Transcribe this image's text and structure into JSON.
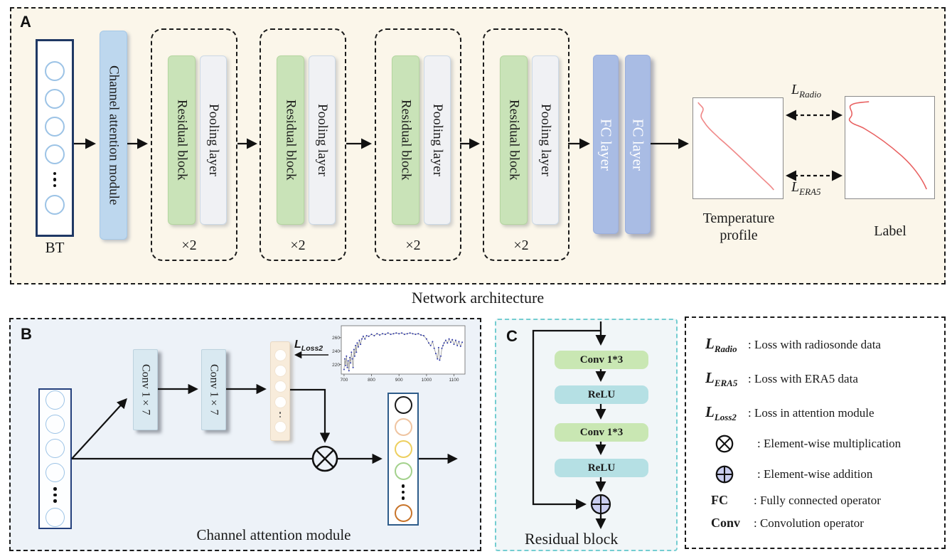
{
  "panel_a": {
    "label": "A",
    "caption": "Network architecture",
    "bt_label": "BT",
    "attention_label": "Channel attention module",
    "groups": [
      {
        "residual": "Residual block",
        "pooling": "Pooling layer",
        "multiplier": "×2"
      },
      {
        "residual": "Residual block",
        "pooling": "Pooling layer",
        "multiplier": "×2"
      },
      {
        "residual": "Residual block",
        "pooling": "Pooling layer",
        "multiplier": "×2"
      },
      {
        "residual": "Residual block",
        "pooling": "Pooling layer",
        "multiplier": "×2"
      }
    ],
    "fc_labels": [
      "FC layer",
      "FC layer"
    ],
    "loss_radio": {
      "base": "L",
      "sub": "Radio"
    },
    "loss_era5": {
      "base": "L",
      "sub": "ERA5"
    },
    "profile_caption": "Temperature profile",
    "label_caption": "Label"
  },
  "panel_b": {
    "label": "B",
    "caption": "Channel attention module",
    "conv_labels": [
      "Conv 1×7",
      "Conv 1×7"
    ],
    "loss2": {
      "base": "L",
      "sub": "Loss2"
    },
    "spectrum_chart": {
      "type": "line",
      "x_ticks": [
        700,
        800,
        900,
        1000,
        1100
      ],
      "y_ticks": [
        220,
        240,
        260
      ],
      "x_range": [
        690,
        1140
      ],
      "y_range": [
        205,
        278
      ],
      "x": [
        700,
        703,
        706,
        709,
        712,
        715,
        718,
        721,
        724,
        727,
        730,
        733,
        736,
        739,
        742,
        745,
        748,
        752,
        756,
        760,
        765,
        770,
        776,
        782,
        790,
        800,
        810,
        820,
        830,
        840,
        850,
        860,
        870,
        880,
        890,
        900,
        910,
        920,
        930,
        940,
        950,
        960,
        970,
        980,
        990,
        1000,
        1008,
        1015,
        1022,
        1028,
        1034,
        1040,
        1044,
        1048,
        1052,
        1056,
        1060,
        1064,
        1070,
        1076,
        1082,
        1088,
        1094,
        1100,
        1106,
        1112,
        1118,
        1124,
        1130
      ],
      "y": [
        212,
        228,
        218,
        232,
        215,
        225,
        210,
        230,
        222,
        238,
        228,
        215,
        242,
        232,
        248,
        238,
        252,
        246,
        256,
        250,
        258,
        262,
        258,
        263,
        262,
        265,
        263,
        266,
        264,
        266,
        265,
        267,
        265,
        266,
        267,
        266,
        267,
        265,
        266,
        267,
        266,
        265,
        266,
        264,
        263,
        258,
        252,
        248,
        254,
        244,
        236,
        228,
        245,
        226,
        232,
        244,
        248,
        252,
        256,
        252,
        258,
        253,
        257,
        250,
        256,
        248,
        254,
        247,
        253
      ]
    }
  },
  "panel_c": {
    "label": "C",
    "caption": "Residual block",
    "blocks": [
      "Conv 1*3",
      "ReLU",
      "Conv 1*3",
      "ReLU"
    ]
  },
  "legend": {
    "items": [
      {
        "sym_base": "L",
        "sym_sub": "Radio",
        "desc": ": Loss with radiosonde data"
      },
      {
        "sym_base": "L",
        "sym_sub": "ERA5",
        "desc": ": Loss with ERA5 data"
      },
      {
        "sym_base": "L",
        "sym_sub": "Loss2",
        "desc": ": Loss in attention module"
      },
      {
        "symbol": "element-wise-multiplication-icon",
        "desc": ": Element-wise multiplication"
      },
      {
        "symbol": "element-wise-addition-icon",
        "desc": ": Element-wise addition"
      },
      {
        "sym_text": "FC",
        "desc": ":  Fully connected operator"
      },
      {
        "sym_text": "Conv",
        "desc": ":  Convolution operator"
      }
    ]
  },
  "colors": {
    "panel_a_bg": "#fbf6ea",
    "panel_b_bg": "#edf2f8",
    "panel_c_bg": "#f1f6f8",
    "panel_c_border": "#74cdd1",
    "residual_green": "#c9e3b8",
    "pooling_gray": "#f0f1f4",
    "attention_blue": "#bdd7ee",
    "fc_blue": "#a9bce4",
    "conv_blue": "#d9e9f1",
    "tan_block": "#f8ecdb",
    "navy_border": "#1f3864",
    "circle_blue": "#9cc3e6",
    "profile_curve": "#f08a8a",
    "label_curve": "#e85f5f",
    "oplus_fill": "#c9cdef",
    "spectrum_dots": "#2b35a8"
  }
}
